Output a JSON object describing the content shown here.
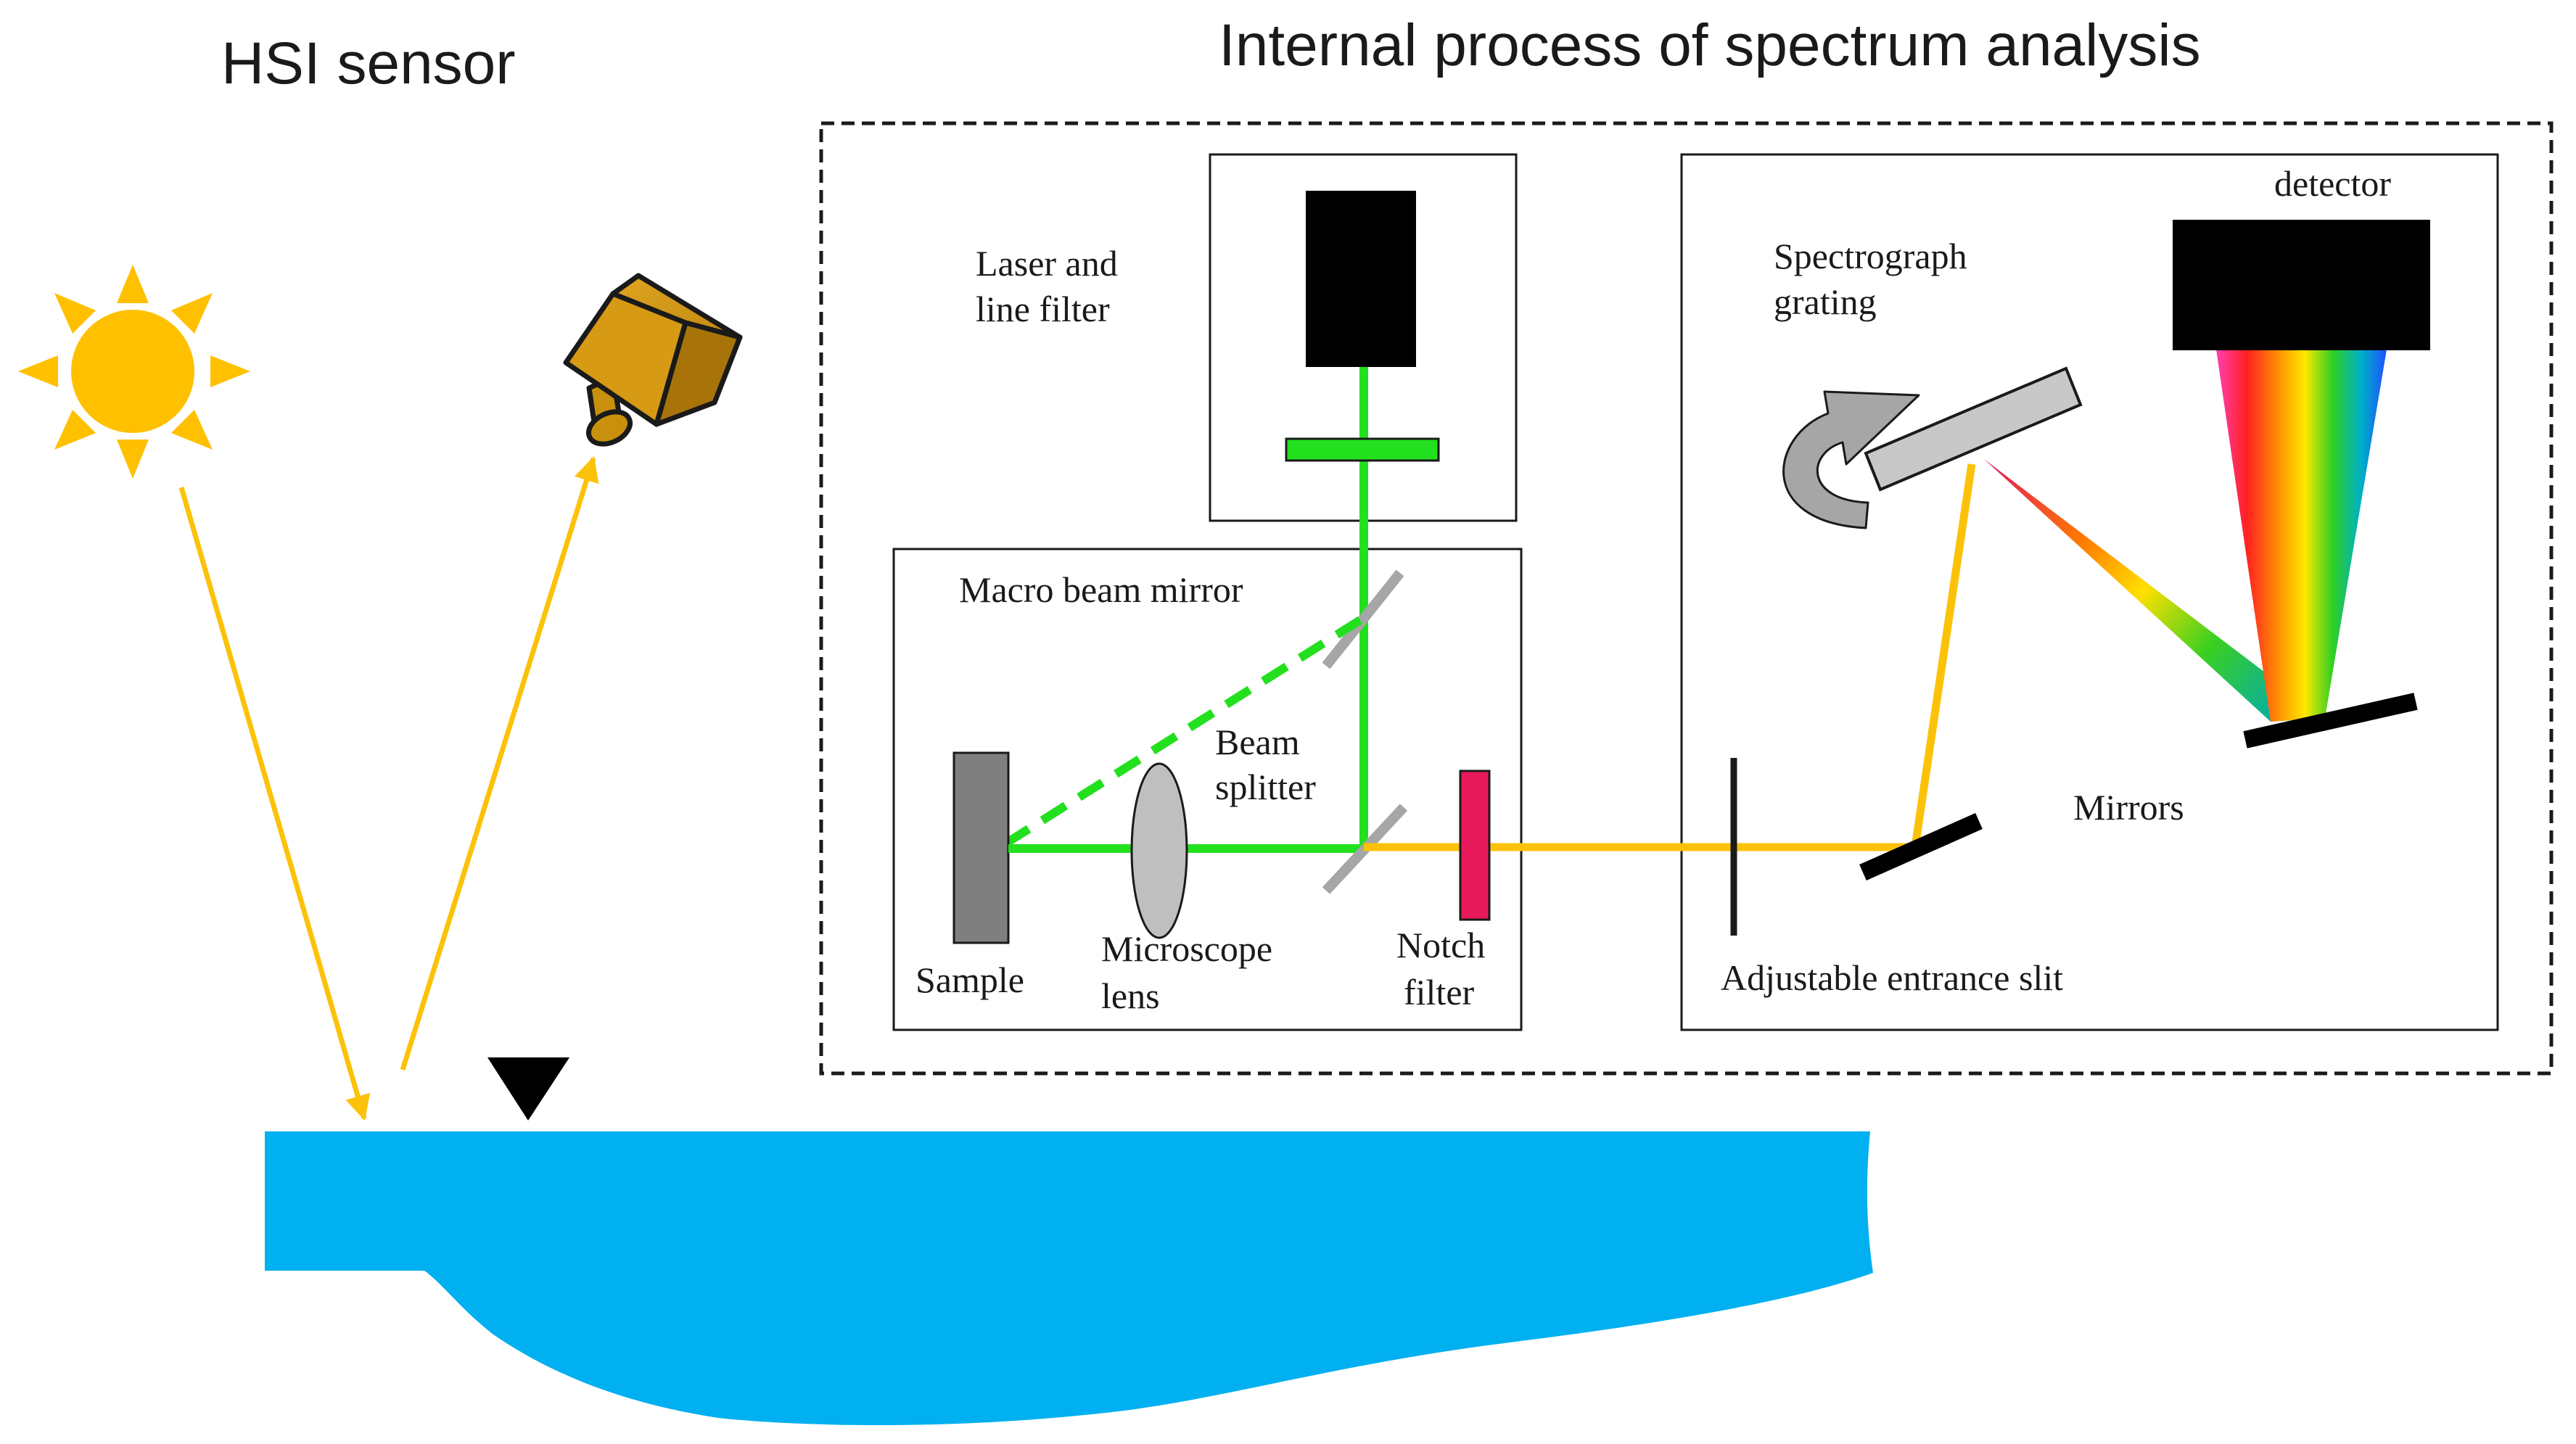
{
  "titles": {
    "left": "HSI sensor",
    "right": "Internal process of spectrum analysis"
  },
  "labels": {
    "laser_line1": "Laser and",
    "laser_line2": "line filter",
    "macro_beam_mirror": "Macro beam mirror",
    "beam_line1": "Beam",
    "beam_line2": "splitter",
    "sample": "Sample",
    "microscope_line1": "Microscope",
    "microscope_line2": "lens",
    "notch_line1": "Notch",
    "notch_line2": "filter",
    "spectrograph_line1": "Spectrograph",
    "spectrograph_line2": "grating",
    "detector": "detector",
    "mirrors": "Mirrors",
    "slit": "Adjustable entrance slit"
  },
  "colors": {
    "laser_green": "#22e01e",
    "light_yellow": "#fcc20a",
    "sun": "#ffc000",
    "camera": "#c8900c",
    "water": "#00b0f0",
    "notch_filter": "#e8195a",
    "gray_element": "#a6a6a6"
  },
  "icons": {
    "sun": "sun-icon",
    "camera": "camera-icon",
    "marker": "water-level-marker-icon",
    "rotation": "rotation-arrow-icon"
  }
}
